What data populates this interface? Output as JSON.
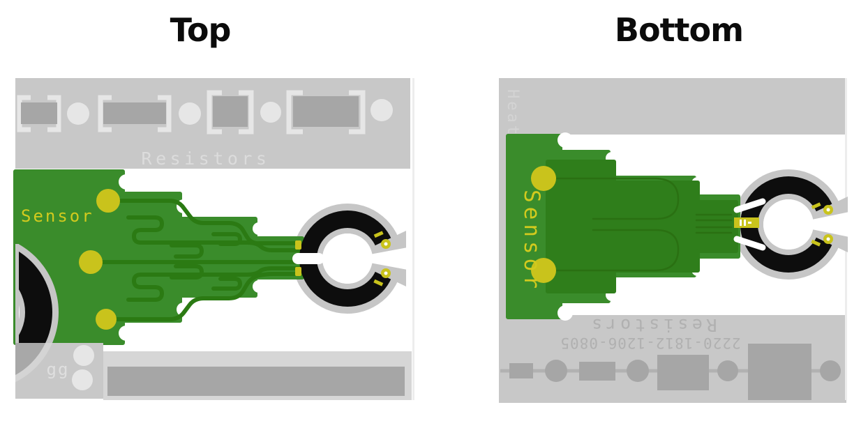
{
  "titles": {
    "top_view": "Top",
    "bottom_view": "Bottom"
  },
  "top_view": {
    "resistors_strip_label": "Resistors",
    "sensor_label": "Sensor",
    "corner_note": "gg"
  },
  "bottom_view": {
    "heater_label": "Heater",
    "sensor_label": "Sensor",
    "resistors_strip_label_mirrored": "Resistors",
    "footprint_sizes_label_mirrored": "2220-1812-1206-0805"
  },
  "colors": {
    "board_green": "#3a8c2b",
    "trace_dark_green": "#2b7a13",
    "copper_fill_green": "#2f7e1b",
    "pad_yellow": "#c9c31c",
    "label_yellow": "#d2ca1e",
    "silkscreen_gray": "#c8c8c8",
    "component_gray": "#a6a6a6",
    "pad_pale_gray": "#e6e6e6",
    "electrode_black": "#0d0d0d",
    "ring_silver": "#c6c6c6"
  }
}
